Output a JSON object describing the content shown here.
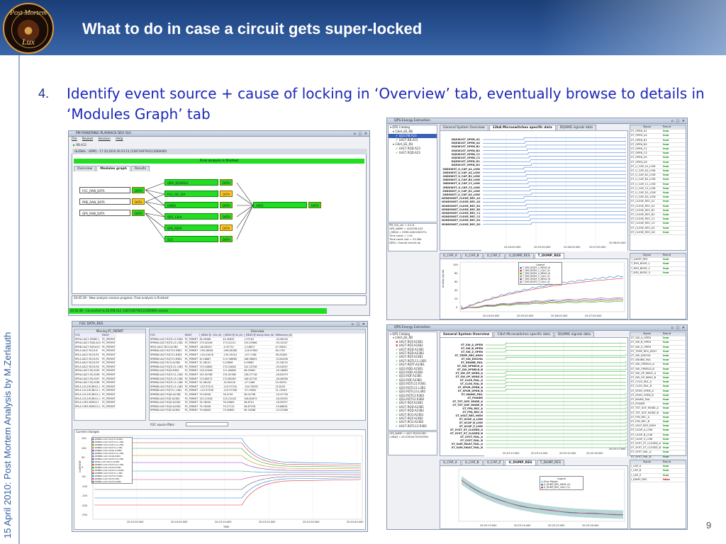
{
  "slide": {
    "title": "What to do in case a circuit gets super-locked",
    "sidebar_text": "15 April 2010: Post Mortem Analysis by M.Zerlauth",
    "bullet_number": "4.",
    "bullet_text": "Identify event source + cause of locking in ‘Overview’ tab, eventually browse to details in ‘Modules Graph’ tab",
    "page_number": "9",
    "logo_top": "Post Mortem",
    "logo_bottom": "Lux"
  },
  "colors": {
    "header": "#274f8f",
    "bullet": "#1b27b8",
    "status_green": "#22dd22",
    "status_orange": "#ffcc22",
    "fail_red": "#d00000"
  },
  "playback_window": {
    "title": "PM POWERING PLAYBACK DEV GUI",
    "menu": [
      "File",
      "Basket",
      "Session",
      "Help"
    ],
    "circuit": "RB.A12",
    "global_label": "GLOBAL : GPM1 : 17.10.2010 20:23:13 (1287339793111000000)",
    "banner": "Final analysis is finished",
    "tabs": [
      "Overview",
      "Modules graph",
      "Results"
    ],
    "nodes_left": [
      {
        "name": "FGC_RAW_DATA",
        "tag": "DATA",
        "tag_color": "green"
      },
      {
        "name": "PME_RAW_DATA",
        "tag": "DATA",
        "tag_color": "orange"
      },
      {
        "name": "QPS_RAW_DATA",
        "tag": "DATA",
        "tag_color": "green"
      }
    ],
    "nodes_mid": [
      {
        "name": "QMA_DQAMGA",
        "tag": "DATA",
        "tag_color": "green"
      },
      {
        "name": "FGC_ISC_ISA",
        "tag": "DATA",
        "tag_color": "orange"
      },
      {
        "name": "DMDA",
        "tag": "DATA",
        "tag_color": "green"
      },
      {
        "name": "QPS_13kA",
        "tag": "DATA",
        "tag_color": "green"
      },
      {
        "name": "QPS_600A",
        "tag": "DATA",
        "tag_color": "orange"
      },
      {
        "name": "SCE",
        "tag": "DATA",
        "tag_color": "green"
      }
    ],
    "node_right": {
      "name": "APEX",
      "tag": "DATA",
      "tag_color": "green"
    },
    "log_line": "20:05:39 - New analysis session progress: Final analysis is finished",
    "status": "20:02:48 - Connected to 20.(RB.A12 1287339793111000000 session"
  },
  "ee_window_top": {
    "title": "QPS-Energy Extraction",
    "tree": [
      "QPS Catalog",
      "13kA_EE_RB",
      "UJ33.RB.A23",
      "UA27.RB.A23",
      "13kA_EE_RQ",
      "UA27.RQD.A23",
      "UA27.RQD.A23"
    ],
    "tabs": [
      "General System Overview",
      "13kA Microswitches specific data",
      "DQAMG signals data"
    ],
    "labels": [
      "DQSW1ST_OPEN_A1",
      "DQSW1ST_OPEN_A2",
      "DQSW1ST_OPEN_B1",
      "DQSW1ST_OPEN_B2",
      "DQSW1ST_OPEN_C1",
      "DQSW1ST_OPEN_C2",
      "DQSW1ST_OPEN_D1",
      "DQSW1ST_OPEN_D2",
      "2NDSWST_U_CAP_A1_LOW",
      "2NDSWST_U_CAP_A2_LOW",
      "2NDSWST_U_CAP_B1_LOW",
      "2NDSWST_U_CAP_B2_LOW",
      "2NDSWST_U_CAP_C1_LOW",
      "2NDSWST_U_CAP_C2_LOW",
      "2NDSWST_U_CAP_D1_LOW",
      "2NDSWST_U_CAP_D2_LOW",
      "N2NDSWST_CLOSE_REC_A1",
      "N2NDSWST_CLOSE_REC_A2",
      "N2NDSWST_CLOSE_REC_B1",
      "N2NDSWST_CLOSE_REC_B2",
      "N2NDSWST_CLOSE_REC_C1",
      "N2NDSWST_CLOSE_REC_C2",
      "N2NDSWST_CLOSE_REC_D1",
      "N2NDSWST_CLOSE_REC_D2"
    ],
    "time_ticks": [
      "20:24:00.000",
      "20:25:00.000",
      "20:26:00.000",
      "20:27:00.000",
      "20:28:00.000"
    ],
    "info": [
      "PM_ISA_ver = 0.4.6",
      "QPS_NAME = UJ33.RB.A23",
      "I_MEAS = 5999.443015637%",
      "Time const = 1.5s",
      "Time const calc = 52.38s",
      "DESC: Overall checks ok"
    ],
    "lower_tabs": [
      "U_CAP_A",
      "U_CAP_B",
      "U_CAP_C",
      "U_DUMP_RES",
      "T_DUMP_RES"
    ],
    "legend": [
      "T_RES_BODY_1_MEAS (t)",
      "T_RES_BODY_1_CALC (t)",
      "T_RES_BODY_2_MEAS (t)",
      "T_RES_BODY_2_CALC (t)",
      "T_RES_BODY_3_MEAS (t)",
      "T_RES_BODY_3_CALC (t)"
    ],
    "y_ticks": [
      "100",
      "80",
      "60",
      "40",
      "20",
      "0"
    ],
    "y_label": "Analog signals",
    "signals_header": [
      "Signal",
      "Result"
    ],
    "signals": [
      "ST_OPEN_A1",
      "ST_OPEN_A2",
      "ST_OPEN_B1",
      "ST_OPEN_B2",
      "ST_OPEN_C1",
      "ST_OPEN_C2",
      "ST_OPEN_D1",
      "ST_OPEN_D2",
      "ST_U_CAP_A1_LOW",
      "ST_U_CAP_A2_LOW",
      "ST_U_CAP_B1_LOW",
      "ST_U_CAP_B2_LOW",
      "ST_U_CAP_C1_LOW",
      "ST_U_CAP_C2_LOW",
      "ST_U_CAP_D1_LOW",
      "ST_U_CAP_D2_LOW",
      "ST_CLOSE_REC_A1",
      "ST_CLOSE_REC_A2",
      "ST_CLOSE_REC_B1",
      "ST_CLOSE_REC_B2",
      "ST_CLOSE_REC_C1",
      "ST_CLOSE_REC_C2",
      "ST_CLOSE_REC_D1",
      "ST_CLOSE_REC_D2"
    ],
    "result": "true",
    "lower_signals": [
      "T_DUMP_RES",
      "T_RES_BODY_1",
      "T_RES_BODY_2",
      "T_RES_BODY_3"
    ]
  },
  "fgc_window": {
    "title": "FGC DATA_RES",
    "missing_header": "Missing PC_PERMIT",
    "overview_header": "Overview",
    "missing_cols": [
      "FGC",
      "FAULT"
    ],
    "overview_cols": [
      "FGC",
      "FAULT",
      "I_MEAS @ -10s (A)",
      "I_MEAS @ 0s (A)",
      "I_MEAS @ dump time (A)",
      "Difference (A)"
    ],
    "missing_rows": [
      [
        "RPHA.UA27.SPARE.1",
        "PC_PERMIT"
      ],
      [
        "RPHA.UA27.RQD.A23",
        "PC_PERMIT"
      ],
      [
        "RPHB.UA27.RQF.A23",
        "PC_PERMIT"
      ],
      [
        "RPLA.UA27.RQ.R.B",
        "PC_PERMIT"
      ],
      [
        "RPLA.UA27.RQ.R.R1",
        "PC_PERMIT"
      ],
      [
        "RPLA.UA27.RQ.R.R2",
        "PC_PERMIT"
      ],
      [
        "RPLA.UA27.RQ.R.R3",
        "PC_PERMIT"
      ],
      [
        "RPLA.UA27.RQ.R.R4",
        "PC_PERMIT"
      ],
      [
        "RPHA.UA27.RQ.R.R5",
        "PC_PERMIT"
      ],
      [
        "RPHA.UA27.RQ.R.R6",
        "PC_PERMIT"
      ],
      [
        "RPHA.UA27.RQ.R.R7",
        "PC_PERMIT"
      ],
      [
        "RPHA.UA27.RQ.R.R8",
        "PC_PERMIT"
      ],
      [
        "RPLA.12L3.RCBH11.L",
        "PC_PERMIT"
      ],
      [
        "RPLA.12L3.RCBV11.L",
        "PC_PERMIT"
      ],
      [
        "RPLA.12L3.RCBH11.L",
        "PC_PERMIT"
      ],
      [
        "RPLA.12L3.RCBH11.L",
        "PC_PERMIT"
      ],
      [
        "RPLA.12R3.RCBH11",
        "PC_PERMIT"
      ],
      [
        "RPLA.13R3.RCBV11.L",
        "PC_PERMIT"
      ]
    ],
    "overview_rows": [
      [
        "RPMBA.UA27.RQTL11.R3B1",
        "PC_PERMIT",
        "46.90366",
        "44.40695",
        "1.97163",
        "-33.96226"
      ],
      [
        "RPMBA.UA27.RQTL11.L3B1",
        "PC_PERMIT",
        "173.42246",
        "173.41211",
        "133.25966",
        "-93.10147"
      ],
      [
        "RPLB.UA27.RCO.A23B1",
        "PC_PERMIT",
        "-46.00505",
        "-0.31774",
        "-0.16872",
        "47.09051"
      ],
      [
        "RPMBA.UA27.RQT13.R3B1",
        "PC_PERMIT",
        "-295.28081",
        "-296.28288",
        "-218.07861",
        "80.1787"
      ],
      [
        "RPMBB.UA27.RQT12.R3B1",
        "PC_PERMIT",
        "-143.41678",
        "-139.19014",
        "-107.1768",
        "36.25286"
      ],
      [
        "RPMBB.UA27.RQT13.R3B1",
        "PC_PERMIT",
        "30.16667",
        "3.07.06666",
        "168.96653",
        "-23.62456"
      ],
      [
        "RPMBA.UA27.RCO.A23B2",
        "PC_PERMIT",
        "31.38131",
        "0.23896",
        "0.09867",
        "-31.28274"
      ],
      [
        "RPMBB.UA27.RQTL12.L3B1",
        "PC_PERMIT",
        "170.24665",
        "170.24628",
        "141.20708",
        "-29.04097"
      ],
      [
        "RPMBA.UA27.RQD.R3B1",
        "PC_PERMIT",
        "116.22446",
        "111.60806",
        "96.09961",
        "-20.16863"
      ],
      [
        "RPMBB.UA27.RQTL11.L3B2",
        "PC_PERMIT",
        "192.90768",
        "192.00768",
        "138.27718",
        "-26.63579"
      ],
      [
        "RPMBB.UA27.RQTL13.L3B2",
        "PC_PERMIT",
        "174.89072",
        "174.89269",
        "148.52718",
        "-26.46956"
      ],
      [
        "RPMBA.UA27.RQTL11.L3B2",
        "PC_PERMIT",
        "52.06128",
        "-52.06128",
        "-27.1366",
        "25.45531"
      ],
      [
        "RPMBB.UA27.RQTL11.L3B1",
        "PC_PERMIT",
        "-123.57225",
        "-123.57234",
        "-100.75678",
        "22.8155"
      ],
      [
        "RPMBB.UA27.RQT11.L3B1",
        "PC_PERMIT",
        "-119.37338",
        "-119.37398",
        "-97.23982",
        "21.13263"
      ],
      [
        "RPMBB.UA27.RQD.A23B2",
        "PC_PERMIT",
        "79.50538",
        "78.9739",
        "56.02798",
        "-23.47728"
      ],
      [
        "RPMBB.UA27.RQF.A23B1",
        "PC_PERMIT",
        "125.21028",
        "125.21018",
        "108.81673",
        "-16.39355"
      ],
      [
        "RPMBA.UA27.RQD.A23B1",
        "PC_PERMIT",
        "76.78249",
        "76.25683",
        "58.8701",
        "-18.95527"
      ],
      [
        "RPMBA.UA27.RQD.A23B1",
        "PC_PERMIT",
        "79.76336",
        "79.27113",
        "56.87376",
        "-19.88631"
      ],
      [
        "RPMBB.UA27.RQF.A23B2",
        "PC_PERMIT",
        "79.60649",
        "79.00662",
        "56.18286",
        "-23.22368"
      ]
    ],
    "filter_label": "FGC source filter:",
    "current_changes": "Current changes",
    "legend": [
      "RPMBA.UA27.RQT13.R3B1",
      "RPMBA.UA27.RQTL11.L3B1",
      "RPMBB.UA27.RQTL11.L3B1",
      "RPMBA.UA27.RQT11.L3B1",
      "RPMBA.UA27.RQD.A23B2",
      "RPMBA.UA27.RQTL11.L3B2",
      "RPMBB.UA27.RQD.R3B1",
      "RPMBA.UA27.RQTL13.L3B1",
      "RPLB.UA27.RCO.A23B2",
      "RPMBA.UA27.RQTL12.L3B1",
      "RPMBA.UA27.RQF.A23B1",
      "RPMBA.UA27.RQTL11.R3B1",
      "RPMBB.UA27.RQT11.L3B1",
      "RPMBA.UA27.RQT12.R3B1",
      "RPMBA.UA27.RQF.L3B1",
      "RPMBA.UA27.RQF.A23B2"
    ],
    "y_ticks": [
      "150",
      "100",
      "50",
      "0",
      "-50",
      "-100",
      "-150",
      "-200",
      "-250"
    ],
    "y_label": "CURRENT",
    "x_ticks": [
      "20:22:50.000",
      "20:23:00.000",
      "20:23:10.000",
      "20:23:20.000",
      "20:23:30.000",
      "20:23:40.000"
    ],
    "x_label": "TIME"
  },
  "ee_window_bottom": {
    "title": "QPS-Energy Extraction",
    "tree": [
      "QPS Catalog",
      "13kA_EE_RB",
      "UA27.RQF.A23B1",
      "UA27.RQF.A23B2",
      "UA27.RQD.A23B1",
      "UA27.RQD.A23B2",
      "UA27.RQF.A23B1",
      "UA27.RQTL11.L3B1",
      "UA27.RQTF.A23B1",
      "UJ33.RQD.A23B1",
      "UJ33.RQD.A23B2",
      "UJ33.RQF.A23B1",
      "UJ33.RQF.A23B2",
      "UJ33.RQTL11.R3B1",
      "UJ33.RQTL11.L3B2",
      "UJ33.RQTL13.L3B2",
      "UJ33.RQT13.R3B1",
      "UJ33.RQT12.R3B2",
      "UA27.RQF.A23B1",
      "UA27.RQD.A23B1",
      "UA27.RQD.A23B2",
      "UA27.RCO.A23B1",
      "UA27.RQF.A23B2",
      "UA27.RCO.A23B2",
      "UA27.RQTL13.R3B1"
    ],
    "tree_status": [
      "ok",
      "fail",
      "fail",
      "fail",
      "ok",
      "ok",
      "ok",
      "ok",
      "ok",
      "ok",
      "ok",
      "ok",
      "ok",
      "ok",
      "ok",
      "ok",
      "ok",
      "ok",
      "ok",
      "ok",
      "ok",
      "ok",
      "ok",
      "ok",
      "ok"
    ],
    "tabs": [
      "General System Overview",
      "13kA Microswitches specific data",
      "DQAMG signals data"
    ],
    "labels": [
      "ST_SW_A_OPEN",
      "ST_SW_B_OPEN",
      "ST_SW_Z_OPEN",
      "ST_TEMP_RES_HIGH",
      "ST_SW_DISCHA",
      "ST_SNUBB_FAIL",
      "ST_SW_OPNELD_A",
      "ST_SW_OPNELD_B",
      "ST_SW_OP_WING_A",
      "ST_SW_OP_WING_B",
      "ST_CLOS_FAIL_A",
      "ST_CLOS_FAIL_B",
      "ST_SPUR_OPEN_A",
      "ST_SPUR_OPEN_B",
      "ST_MAINS_FAIL",
      "ST_POWER",
      "ST_TST_SOF_MODE_A",
      "ST_TST_SOF_MODE_B",
      "ST_FPA_REC_A",
      "ST_FPA_REC_B",
      "ST_VOLT_RES_HIGH",
      "ST_UCAP_A_LOW",
      "ST_UCAP_B_LOW",
      "ST_UCAP_Z_LOW",
      "ST_SYST_ST_CLOSED_A",
      "ST_SYST_ST_CLOSED_B",
      "ST_SYST_FAIL_A",
      "ST_SYST_FAIL_B",
      "ST_SUM_FAULT_FAIL_A",
      "ST_SUM_FAULT_FAIL_B"
    ],
    "time_ticks": [
      "20:23:13.000",
      "20:23:14.000",
      "20:23:15.000",
      "20:23:16.000",
      "20:23:17.000"
    ],
    "info": [
      "QPS_NAME = UA27.RQF.A23B1",
      "I_MEAS = 43.076104701935994"
    ],
    "lower_tabs": [
      "U_CAP_A",
      "U_CAP_B",
      "U_CAP_Z",
      "U_DUMP_RES",
      "T_DUMP_RES"
    ],
    "legend": [
      "Error Margin",
      "U_DUMP_RES_MEAS (V)",
      "U_DUMP_RES_CALC (V)"
    ],
    "signals_header": [
      "Signal",
      "Result"
    ],
    "signals": [
      "ST_SW_A_OPEN",
      "ST_SW_B_OPEN",
      "ST_SW_Z_OPEN",
      "ST_TEMP_RES_HIGH",
      "ST_SW_DISCHA",
      "ST_SNUBB_FAIL",
      "ST_SW_OPNELD_A",
      "ST_SW_OPNELD_B",
      "ST_SW_OP_WING_A",
      "ST_SW_OP_WING_B",
      "ST_CLOS_FAIL_A",
      "ST_CLOS_FAIL_B",
      "ST_SPUR_OPEN_A",
      "ST_SPUR_OPEN_B",
      "ST_MAINS_FAIL",
      "ST_POWER",
      "ST_TST_SOF_MODE_A",
      "ST_TST_SOF_MODE_B",
      "ST_FPA_REC_A",
      "ST_FPA_REC_B",
      "ST_VOLT_RES_HIGH",
      "ST_UCAP_A_LOW",
      "ST_UCAP_B_LOW",
      "ST_UCAP_Z_LOW",
      "ST_SYST_ST_CLOSED_A",
      "ST_SYST_ST_CLOSED_B",
      "ST_SYST_FAIL_A",
      "ST_SYST_FAIL_B",
      "ST_SUM_FAULT_FAIL_A",
      "ST_SUM_FAULT_FAIL_B"
    ],
    "result": "true",
    "lower_signals": [
      "I_CAP_A",
      "I_CAP_B",
      "I_CAP_Z",
      "I_DUMP_RES"
    ],
    "lower_results": [
      "true",
      "true",
      "true",
      "false"
    ]
  }
}
